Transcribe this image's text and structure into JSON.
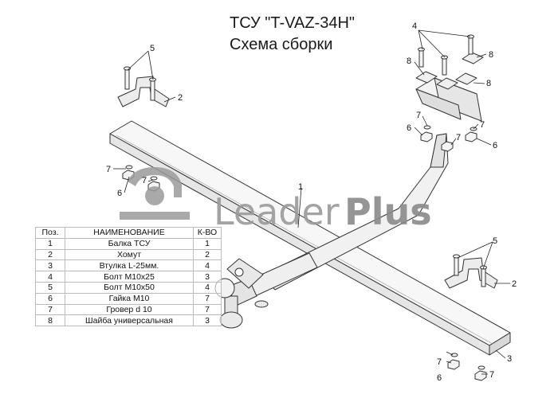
{
  "title": "ТСУ \"T-VAZ-34H\"",
  "subtitle": "Схема сборки",
  "watermark": {
    "light": "Leader",
    "bold": "Plus"
  },
  "callouts": [
    "1",
    "2",
    "3",
    "4",
    "5",
    "6",
    "7",
    "8"
  ],
  "table": {
    "headers": [
      "Поз.",
      "НАИМЕНОВАНИЕ",
      "К-ВО"
    ],
    "rows": [
      [
        "1",
        "Балка ТСУ",
        "1"
      ],
      [
        "2",
        "Хомут",
        "2"
      ],
      [
        "3",
        "Втулка L-25мм.",
        "4"
      ],
      [
        "4",
        "Болт М10х25",
        "3"
      ],
      [
        "5",
        "Болт М10х50",
        "4"
      ],
      [
        "6",
        "Гайка  М10",
        "7"
      ],
      [
        "7",
        "Гровер d 10",
        "7"
      ],
      [
        "8",
        "Шайба универсальная",
        "3"
      ]
    ]
  }
}
